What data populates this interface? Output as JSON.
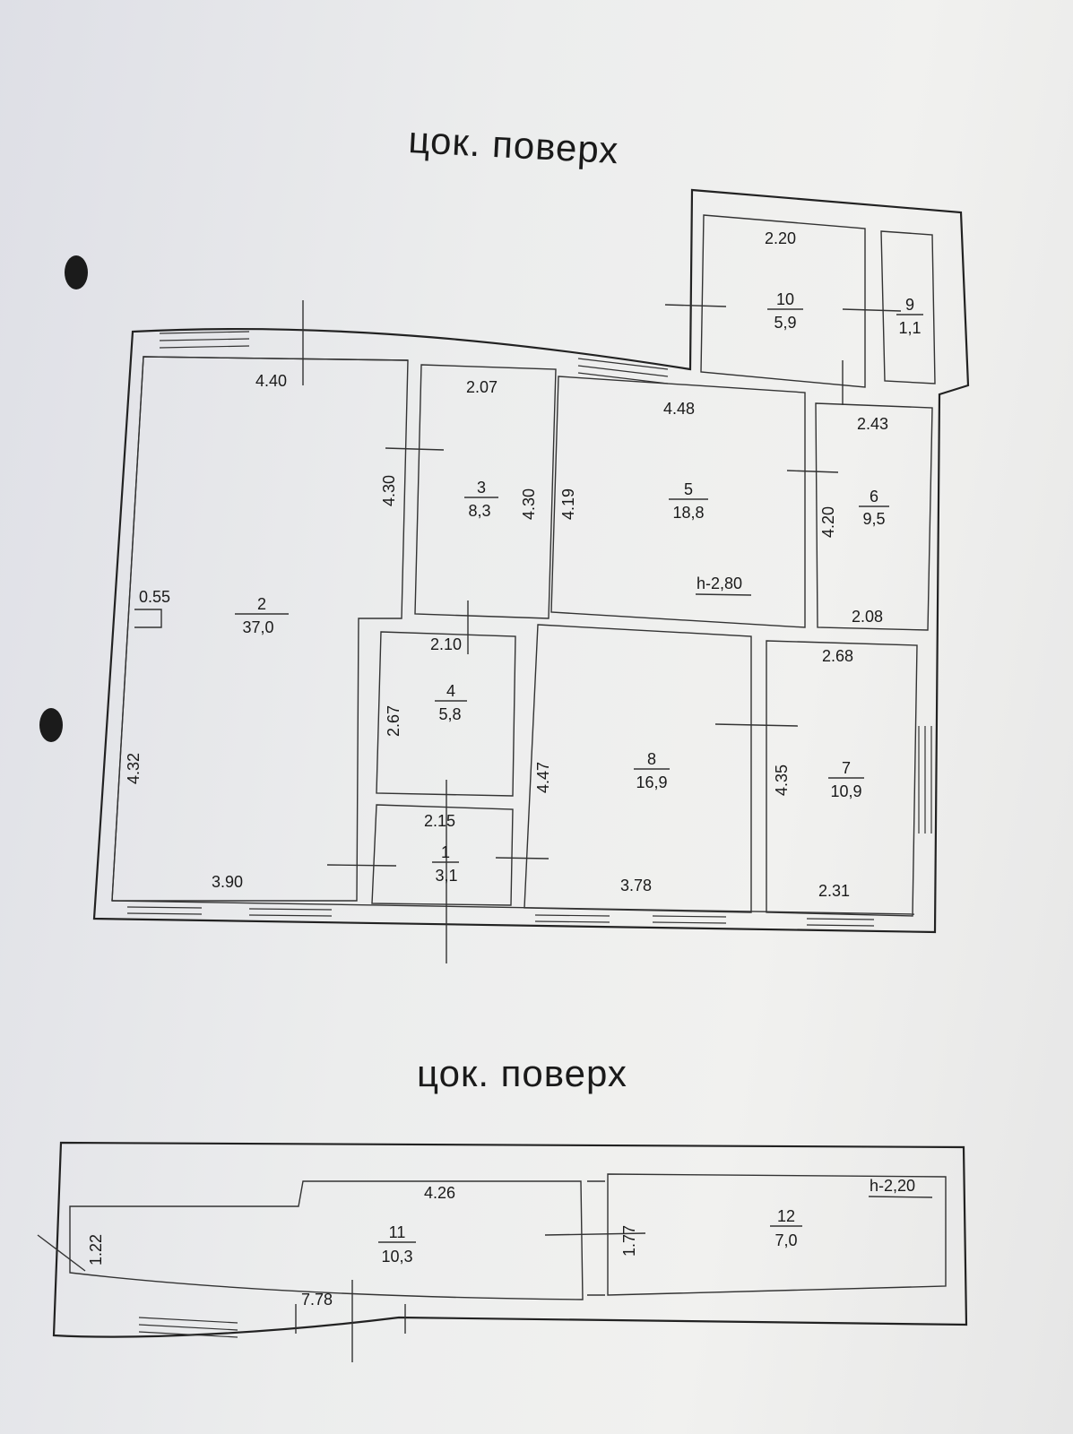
{
  "titles": {
    "top": "цок. поверх",
    "bottom": "цок. поверх"
  },
  "heights": {
    "upper": "h-2,80",
    "lower": "h-2,20"
  },
  "rooms": [
    {
      "id": "1",
      "area": "3,1"
    },
    {
      "id": "2",
      "area": "37,0"
    },
    {
      "id": "3",
      "area": "8,3"
    },
    {
      "id": "4",
      "area": "5,8"
    },
    {
      "id": "5",
      "area": "18,8"
    },
    {
      "id": "6",
      "area": "9,5"
    },
    {
      "id": "7",
      "area": "10,9"
    },
    {
      "id": "8",
      "area": "16,9"
    },
    {
      "id": "9",
      "area": "1,1"
    },
    {
      "id": "10",
      "area": "5,9"
    },
    {
      "id": "11",
      "area": "10,3"
    },
    {
      "id": "12",
      "area": "7,0"
    }
  ],
  "dimensions": {
    "r2_top": "4.40",
    "r2_left": "4.32",
    "r2_bottom": "3.90",
    "r2_niche": "0.55",
    "r2_right": "4.30",
    "r3_top": "2.07",
    "r3_right": "4.30",
    "r4_top": "2.10",
    "r4_left": "2.67",
    "r1_top": "2.15",
    "r5_top": "4.48",
    "r5_left": "4.19",
    "r6_top": "2.43",
    "r6_left": "4.20",
    "r6_bottom": "2.08",
    "r7_top": "2.68",
    "r7_left": "4.35",
    "r7_bottom": "2.31",
    "r8_left": "4.47",
    "r8_bottom": "3.78",
    "r10_top": "2.20",
    "r11_top": "4.26",
    "r11_left": "1.22",
    "r11_bottom": "7.78",
    "r12_left": "1.77"
  }
}
